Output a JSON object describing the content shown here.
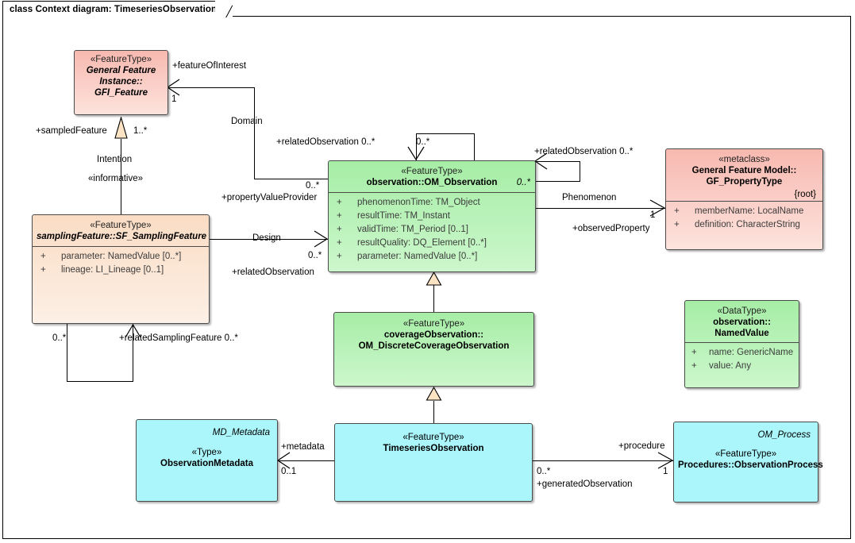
{
  "diagram": {
    "title": "class Context diagram: TimeseriesObservation",
    "colors": {
      "pink": "#f7b9b0",
      "peach": "#fadcc4",
      "green": "#a6eda6",
      "cyan": "#aaf6fb",
      "line": "#000000",
      "generalization_fill": "#f7d5a8"
    }
  },
  "classes": {
    "gfi_feature": {
      "stereotype": "«FeatureType»",
      "name_line1": "General Feature",
      "name_line2": "Instance::",
      "name_line3": "GFI_Feature"
    },
    "sampling_feature": {
      "stereotype": "«FeatureType»",
      "name": "samplingFeature::SF_SamplingFeature",
      "attributes": [
        {
          "visibility": "+",
          "text": "parameter: NamedValue [0..*]"
        },
        {
          "visibility": "+",
          "text": "lineage: LI_Lineage [0..1]"
        }
      ]
    },
    "om_observation": {
      "stereotype": "«FeatureType»",
      "name": "observation::OM_Observation",
      "corner_multiplicity": "0..*",
      "attributes": [
        {
          "visibility": "+",
          "text": "phenomenonTime: TM_Object"
        },
        {
          "visibility": "+",
          "text": "resultTime: TM_Instant"
        },
        {
          "visibility": "+",
          "text": "validTime: TM_Period [0..1]"
        },
        {
          "visibility": "+",
          "text": "resultQuality: DQ_Element [0..*]"
        },
        {
          "visibility": "+",
          "text": "parameter: NamedValue [0..*]"
        }
      ]
    },
    "gf_propertytype": {
      "stereotype": "«metaclass»",
      "name_line1": "General Feature Model::",
      "name_line2": "GF_PropertyType",
      "root_marker": "{root}",
      "attributes": [
        {
          "visibility": "+",
          "text": "memberName: LocalName"
        },
        {
          "visibility": "+",
          "text": "definition: CharacterString"
        }
      ]
    },
    "discrete_coverage": {
      "stereotype": "«FeatureType»",
      "name_line1": "coverageObservation::",
      "name_line2": "OM_DiscreteCoverageObservation"
    },
    "named_value": {
      "stereotype": "«DataType»",
      "name_line1": "observation::",
      "name_line2": "NamedValue",
      "attributes": [
        {
          "visibility": "+",
          "text": "name: GenericName"
        },
        {
          "visibility": "+",
          "text": "value: Any"
        }
      ]
    },
    "observation_metadata": {
      "corner_label": "MD_Metadata",
      "stereotype": "«Type»",
      "name": "ObservationMetadata"
    },
    "timeseries_observation": {
      "stereotype": "«FeatureType»",
      "name": "TimeseriesObservation"
    },
    "observation_process": {
      "corner_label": "OM_Process",
      "stereotype": "«FeatureType»",
      "name": "Procedures::ObservationProcess"
    }
  },
  "connector_labels": {
    "feature_of_interest": "+featureOfInterest",
    "foi_mult": "1",
    "sampled_feature": "+sampledFeature",
    "sampled_feature_mult": "1..*",
    "intention": "Intention",
    "informative": "«informative»",
    "domain": "Domain",
    "related_observation_domain": "+relatedObservation 0..*",
    "self_obs_mult": "0..*",
    "property_value_provider": "+propertyValueProvider",
    "pvp_mult": "0..*",
    "design": "Design",
    "related_observation_design": "+relatedObservation",
    "design_mult": "0..*",
    "related_observation_right": "+relatedObservation 0..*",
    "phenomenon": "Phenomenon",
    "observed_property": "+observedProperty",
    "observed_property_mult": "1",
    "related_sampling_feature": "+relatedSamplingFeature 0..*",
    "sf_self_mult": "0..*",
    "metadata": "+metadata",
    "metadata_mult": "0..1",
    "procedure": "+procedure",
    "procedure_mult": "1",
    "generated_observation": "+generatedObservation",
    "generated_observation_mult": "0..*"
  }
}
